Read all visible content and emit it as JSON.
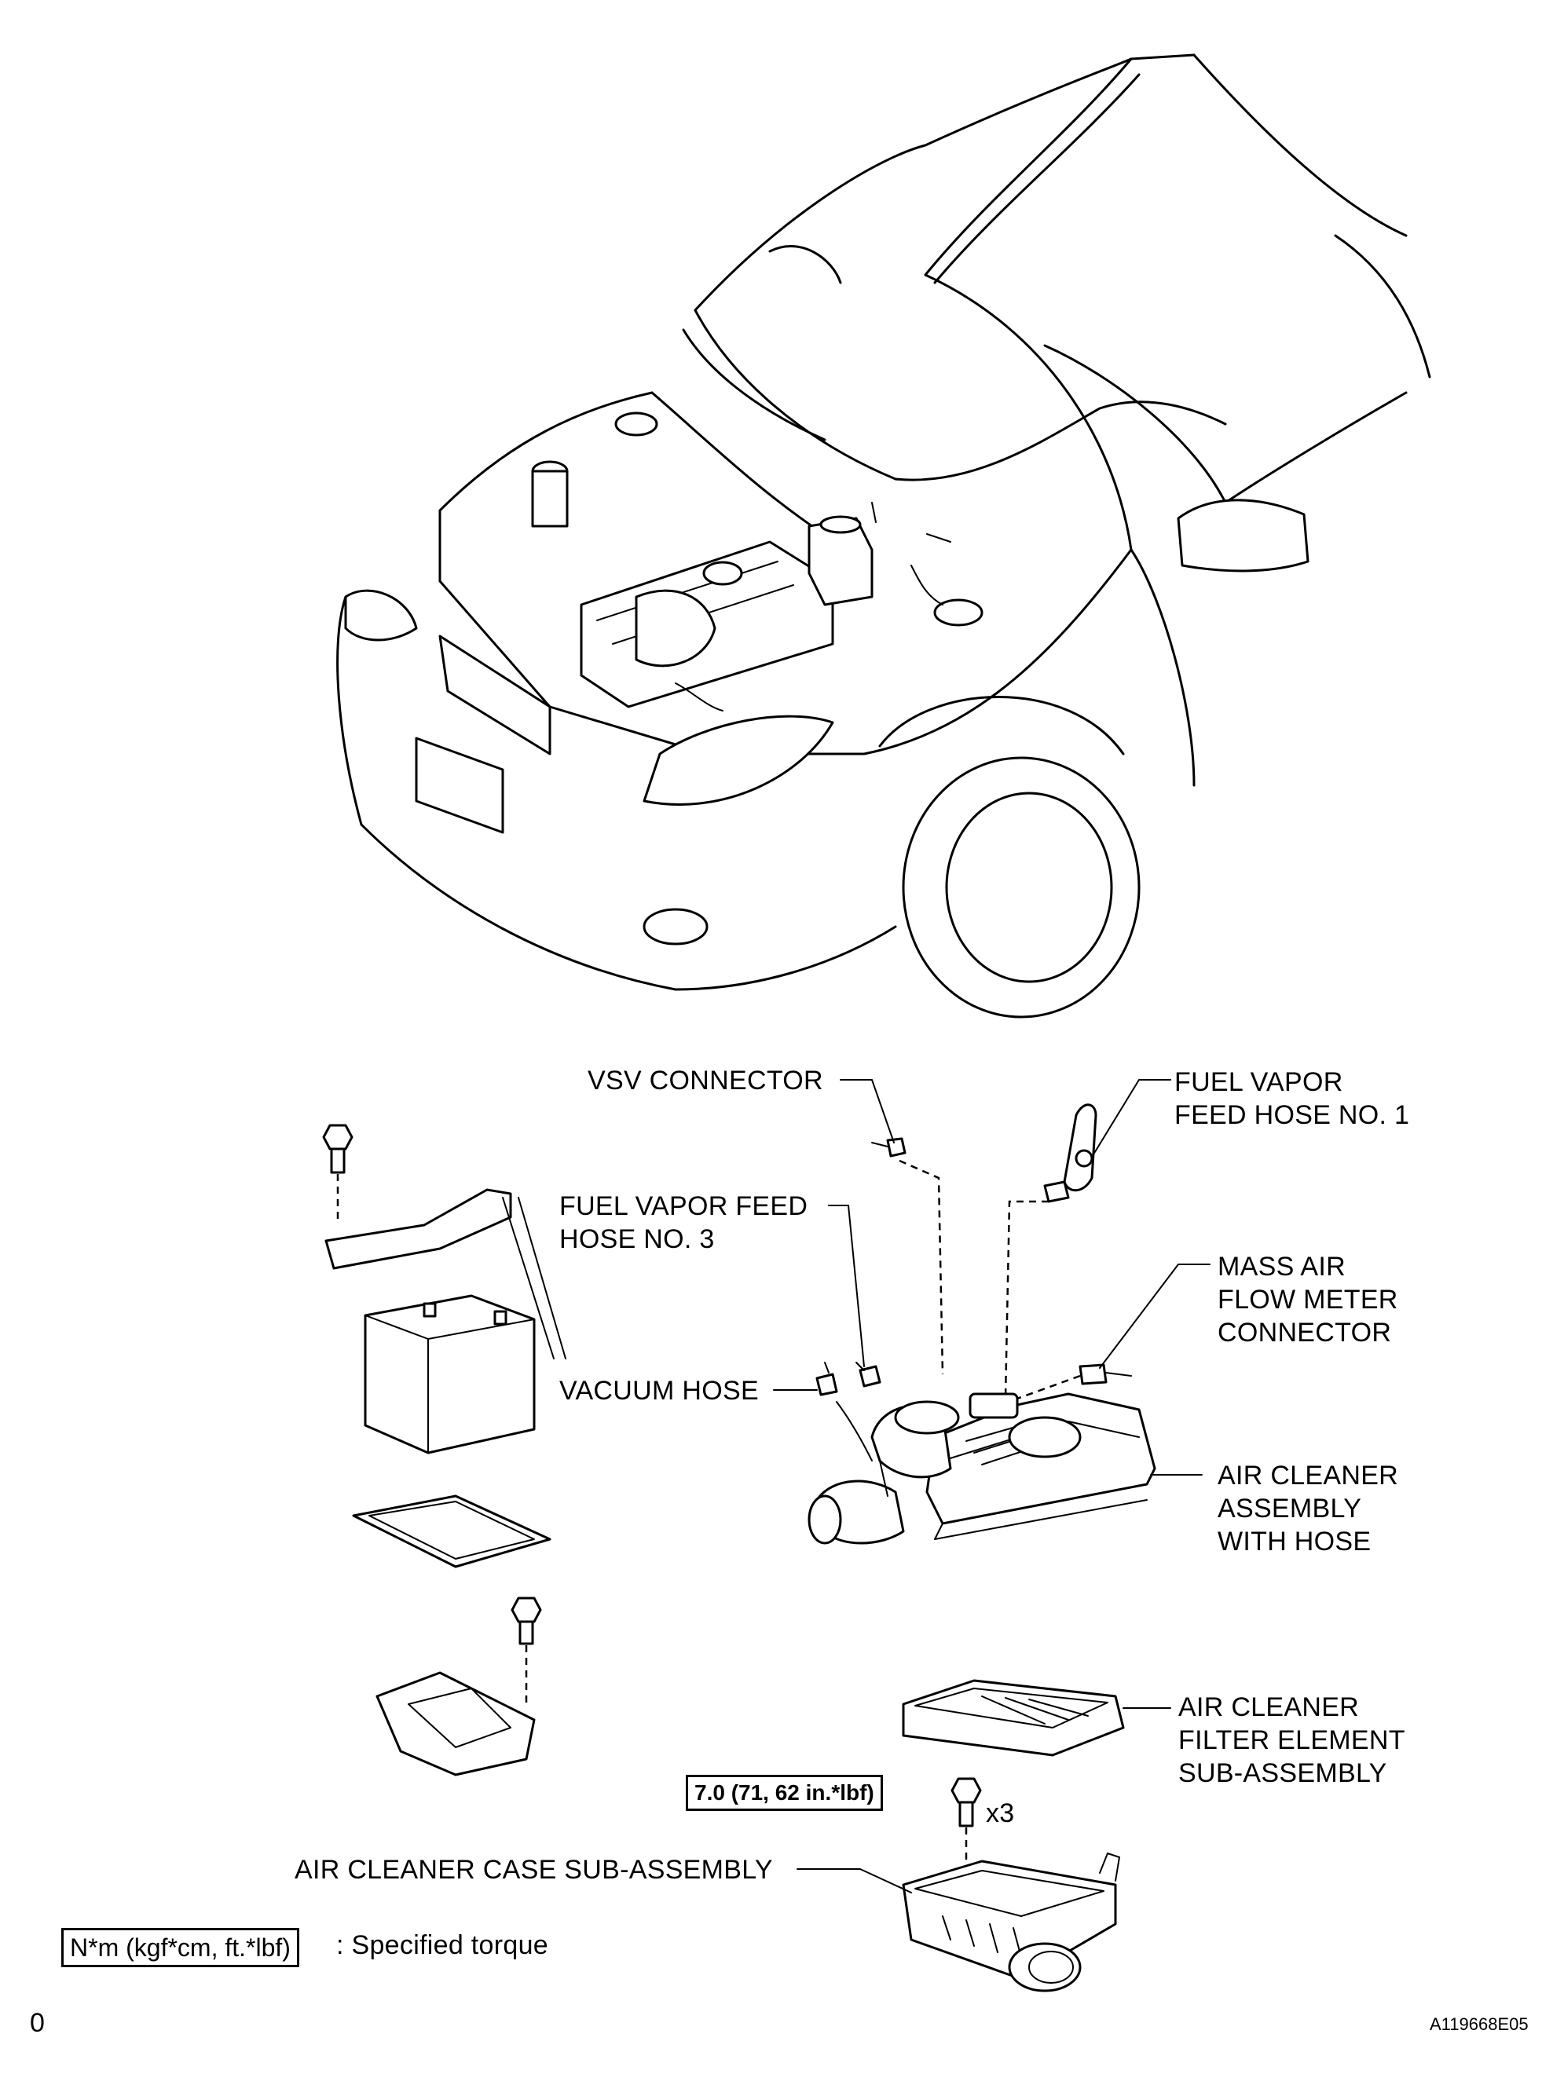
{
  "labels": {
    "vsv_connector": "VSV CONNECTOR",
    "fuel_vapor_feed_hose_1": [
      "FUEL VAPOR",
      "FEED HOSE NO. 1"
    ],
    "fuel_vapor_feed_hose_3": [
      "FUEL VAPOR FEED",
      "HOSE NO. 3"
    ],
    "mass_air_flow_meter_connector": [
      "MASS AIR",
      "FLOW METER",
      "CONNECTOR"
    ],
    "vacuum_hose": "VACUUM HOSE",
    "air_cleaner_assembly": [
      "AIR CLEANER",
      "ASSEMBLY",
      "WITH HOSE"
    ],
    "air_cleaner_filter": [
      "AIR CLEANER",
      "FILTER ELEMENT",
      "SUB-ASSEMBLY"
    ],
    "air_cleaner_case": "AIR CLEANER CASE SUB-ASSEMBLY"
  },
  "torque": {
    "value": "7.0 (71, 62 in.*lbf)",
    "quantity": "x3"
  },
  "legend": {
    "unit": "N*m (kgf*cm, ft.*lbf)",
    "text": ": Specified torque"
  },
  "footer": {
    "page_mark": "0",
    "figure_id": "A119668E05"
  }
}
